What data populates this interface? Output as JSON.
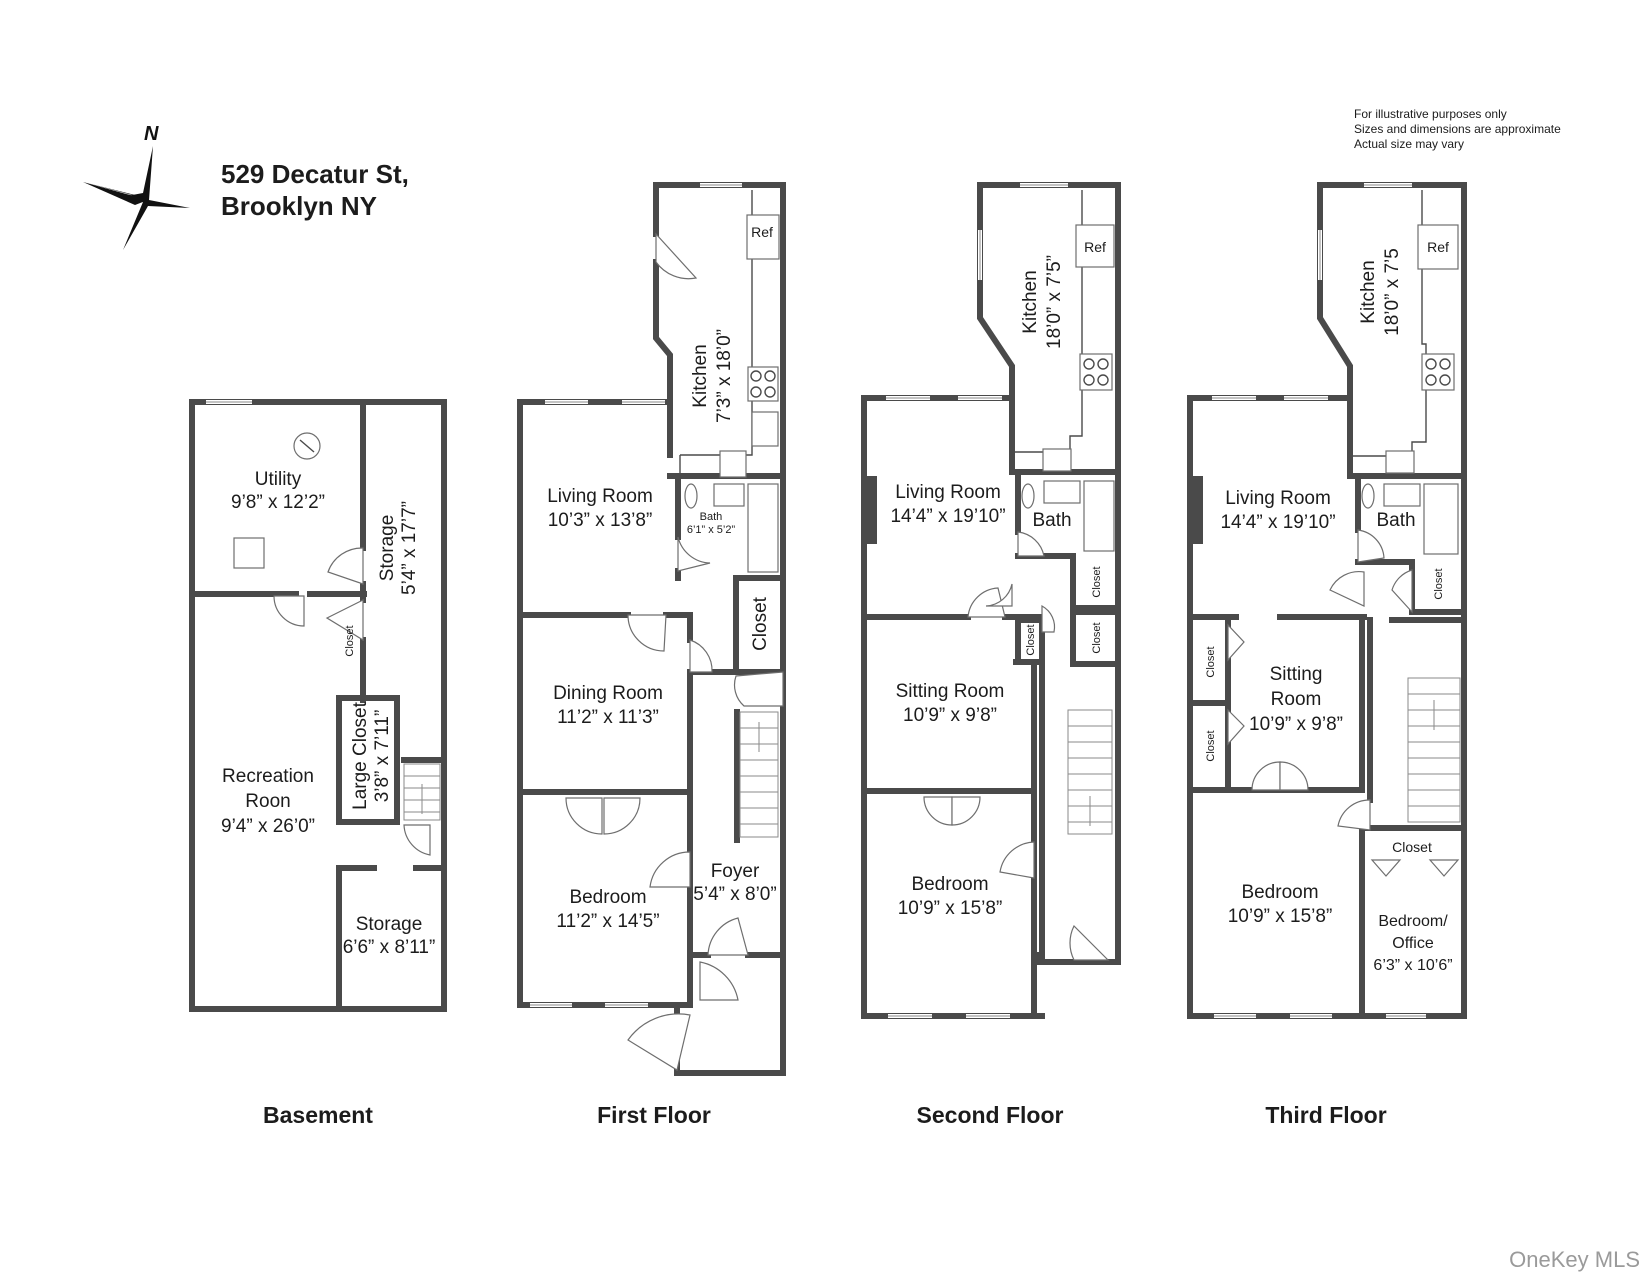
{
  "header": {
    "address_line1": "529 Decatur St,",
    "address_line2": "Brooklyn NY",
    "compass_label": "N"
  },
  "disclaimer": {
    "line1": "For illustrative purposes only",
    "line2": "Sizes and dimensions are approximate",
    "line3": "Actual size may vary"
  },
  "watermark": "OneKey MLS",
  "floors": {
    "basement": {
      "title": "Basement",
      "utility": {
        "name": "Utility",
        "size": "9’8” x 12’2”"
      },
      "storage_top": {
        "name": "Storage",
        "size": "5’4” x 17’7”"
      },
      "closet": {
        "name": "Closet"
      },
      "large_closet": {
        "name": "Large Closet",
        "size": "3’8” x 7’11”"
      },
      "recreation": {
        "name1": "Recreation",
        "name2": "Roon",
        "size": "9’4” x 26’0”"
      },
      "storage_bottom": {
        "name": "Storage",
        "size": "6’6” x 8’11”"
      }
    },
    "first": {
      "title": "First Floor",
      "kitchen": {
        "name": "Kitchen",
        "size": "7’3” x 18’0”",
        "ref": "Ref"
      },
      "living": {
        "name": "Living Room",
        "size": "10’3” x 13’8”"
      },
      "bath": {
        "name": "Bath",
        "size": "6’1” x 5’2”"
      },
      "closet": {
        "name": "Closet"
      },
      "dining": {
        "name": "Dining Room",
        "size": "11’2” x 11’3”"
      },
      "foyer": {
        "name": "Foyer",
        "size": "5’4” x 8’0”"
      },
      "bedroom": {
        "name": "Bedroom",
        "size": "11’2” x 14’5”"
      }
    },
    "second": {
      "title": "Second Floor",
      "kitchen": {
        "name": "Kitchen",
        "size": "18’0” x 7’5”",
        "ref": "Ref"
      },
      "living": {
        "name": "Living Room",
        "size": "14’4” x 19’10”"
      },
      "bath": {
        "name": "Bath"
      },
      "closet_a": {
        "name": "Closet"
      },
      "closet_b": {
        "name": "Closet"
      },
      "closet_c": {
        "name": "Closet"
      },
      "sitting": {
        "name": "Sitting Room",
        "size": "10’9” x 9’8”"
      },
      "bedroom": {
        "name": "Bedroom",
        "size": "10’9” x 15’8”"
      }
    },
    "third": {
      "title": "Third Floor",
      "kitchen": {
        "name": "Kitchen",
        "size": "18’0” x 7’5",
        "ref": "Ref"
      },
      "living": {
        "name": "Living Room",
        "size": "14’4” x 19’10”"
      },
      "bath": {
        "name": "Bath"
      },
      "closet_a": {
        "name": "Closet"
      },
      "closet_b": {
        "name": "Closet"
      },
      "closet_c": {
        "name": "Closet"
      },
      "closet_d": {
        "name": "Closet"
      },
      "sitting": {
        "name1": "Sitting",
        "name2": "Room",
        "size": "10’9” x 9’8”"
      },
      "bedroom": {
        "name": "Bedroom",
        "size": "10’9” x 15’8”"
      },
      "office": {
        "name1": "Bedroom/",
        "name2": "Office",
        "size": "6’3” x 10’6”"
      }
    }
  }
}
